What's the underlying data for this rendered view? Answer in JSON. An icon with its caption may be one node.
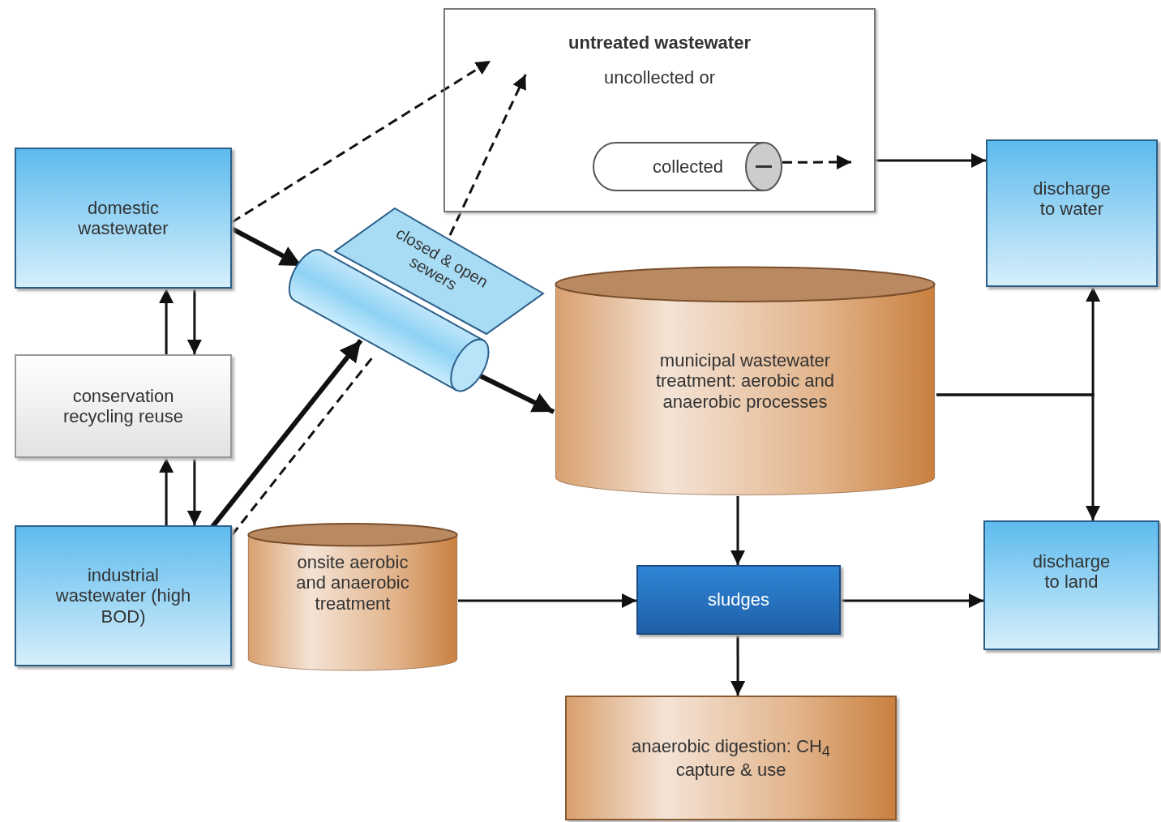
{
  "diagram": {
    "nodes": [
      {
        "text": [
          "untreated wastewater",
          "uncollected or"
        ]
      },
      {
        "text": [
          "collected"
        ],
        "in": 0
      },
      {
        "text": [
          "domestic wastewater"
        ]
      },
      {
        "text": [
          "closed & open sewers"
        ]
      },
      {
        "text": [
          "discharge to water"
        ]
      },
      {
        "text": [
          "municipal wastewater treatment: aerobic and anaerobic processes"
        ]
      },
      {
        "text": [
          "conservation recycling reuse"
        ]
      },
      {
        "text": [
          "industrial wastewater (high BOD)"
        ]
      },
      {
        "text": [
          "onsite aerobic and anaerobic treatment"
        ]
      },
      {
        "text": [
          "sludges"
        ]
      },
      {
        "text": [
          "discharge to land"
        ]
      },
      {
        "text": [
          "anaerobic digestion: CH$_{4}$ capture & use"
        ]
      }
    ],
    "edges": [
      {
        "from": 2,
        "to": 0,
        "arrow": "to",
        "style": "dashed"
      },
      {
        "from": 2,
        "to": 3,
        "arrow": "to",
        "style": "thick"
      },
      {
        "from": 7,
        "to": 3,
        "arrow": "to",
        "style": "thick"
      },
      {
        "from": 7,
        "to": 3,
        "arrow": "none",
        "style": "dashed"
      },
      {
        "from": 3,
        "to": 0,
        "arrow": "to",
        "style": "dashed"
      },
      {
        "from": 3,
        "to": 5,
        "arrow": "to",
        "style": "thick"
      },
      {
        "from": 1,
        "to": null,
        "arrow": "to",
        "style": "dashed"
      },
      {
        "from": 0,
        "to": 4,
        "arrow": "to"
      },
      {
        "from": 6,
        "to": 2,
        "arrow": "to"
      },
      {
        "from": 2,
        "to": 6,
        "arrow": "to"
      },
      {
        "from": 7,
        "to": 6,
        "arrow": "to"
      },
      {
        "from": 6,
        "to": 7,
        "arrow": "to"
      },
      {
        "from": 5,
        "to": 4,
        "arrow": "to"
      },
      {
        "from": 5,
        "to": 10,
        "arrow": "to"
      },
      {
        "from": 5,
        "to": 9,
        "arrow": "to"
      },
      {
        "from": 8,
        "to": 9,
        "arrow": "to"
      },
      {
        "from": 9,
        "to": 10,
        "arrow": "to"
      },
      {
        "from": 9,
        "to": 11,
        "arrow": "to"
      }
    ]
  }
}
